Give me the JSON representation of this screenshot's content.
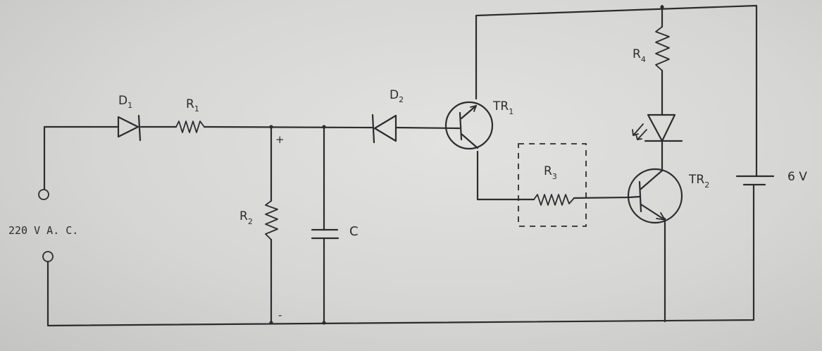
{
  "labels": {
    "d1": "D",
    "d1_sub": "1",
    "r1": "R",
    "r1_sub": "1",
    "d2": "D",
    "d2_sub": "2",
    "tr1": "TR",
    "tr1_sub": "1",
    "r4": "R",
    "r4_sub": "4",
    "r3": "R",
    "r3_sub": "3",
    "tr2": "TR",
    "tr2_sub": "2",
    "r2": "R",
    "r2_sub": "2",
    "c": "C",
    "battery": "6 V",
    "input": "220 V  A. C.",
    "plus": "+",
    "minus": "-"
  }
}
